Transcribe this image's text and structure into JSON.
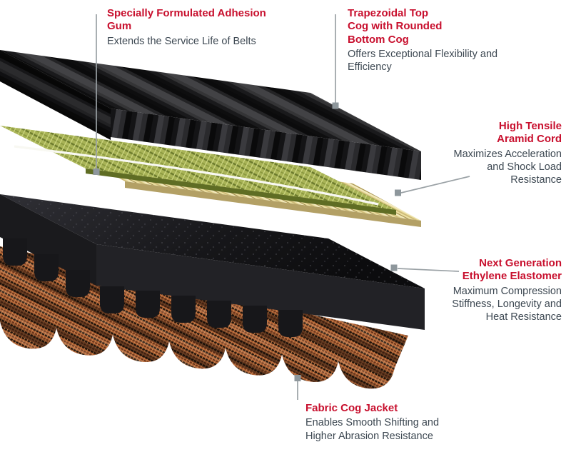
{
  "figure": {
    "type": "exploded-belt-construction-diagram"
  },
  "callouts": {
    "adhesion_gum": {
      "heading": "Specially Formulated Adhesion Gum",
      "description": "Extends the Service Life of Belts"
    },
    "top_cog": {
      "heading": "Trapezoidal Top Cog with Rounded Bottom Cog",
      "description": "Offers Exceptional Flexibility and Efficiency"
    },
    "aramid_cord": {
      "heading": "High Tensile Aramid Cord",
      "description": "Maximizes Acceleration and Shock Load Resistance"
    },
    "elastomer": {
      "heading": "Next Generation Ethylene Elastomer",
      "description": "Maximum Compression Stiffness, Longevity and Heat Resistance"
    },
    "fabric_jacket": {
      "heading": "Fabric Cog Jacket",
      "description": "Enables Smooth Shifting and Higher Abrasion Resistance"
    }
  },
  "layers": [
    {
      "name": "trapezoidal-top-cog",
      "color": "#2c2c2e"
    },
    {
      "name": "adhesion-gum",
      "color": "#a8b356"
    },
    {
      "name": "aramid-cord",
      "color": "#ece0a2"
    },
    {
      "name": "ethylene-elastomer",
      "color": "#1c1c20"
    },
    {
      "name": "fabric-cog-jacket",
      "color": "#b06134"
    }
  ],
  "colors": {
    "heading_red": "#c8102e",
    "body_text": "#3d4852",
    "leader_line": "#9aa1a5",
    "background": "#ffffff"
  }
}
